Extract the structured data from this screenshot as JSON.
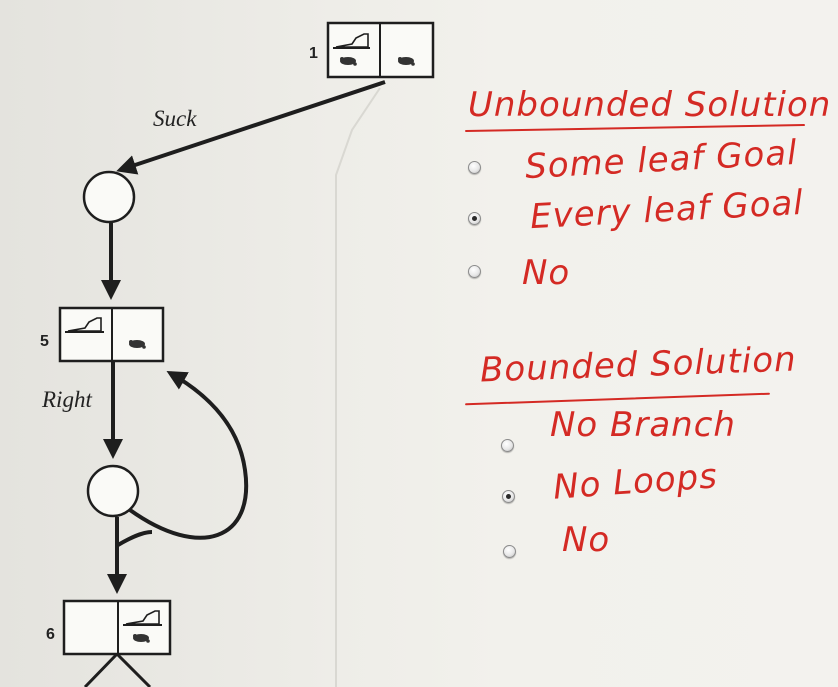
{
  "diagram": {
    "edges": {
      "suck_label": "Suck",
      "right_label": "Right"
    },
    "states": [
      {
        "number": "1"
      },
      {
        "number": "5"
      },
      {
        "number": "6"
      }
    ]
  },
  "colors": {
    "ink": "#d42a24",
    "diagram": "#1e1e1e",
    "paper": "#f2f1ec"
  },
  "unbounded": {
    "title": "Unbounded Solution",
    "options": [
      {
        "label": "Some leaf Goal",
        "checked": false
      },
      {
        "label": "Every leaf Goal",
        "checked": true
      },
      {
        "label": "No",
        "checked": false
      }
    ]
  },
  "bounded": {
    "title": "Bounded Solution",
    "options": [
      {
        "label": "No Branch",
        "checked": false
      },
      {
        "label": "No Loops",
        "checked": true
      },
      {
        "label": "No",
        "checked": false
      }
    ]
  }
}
